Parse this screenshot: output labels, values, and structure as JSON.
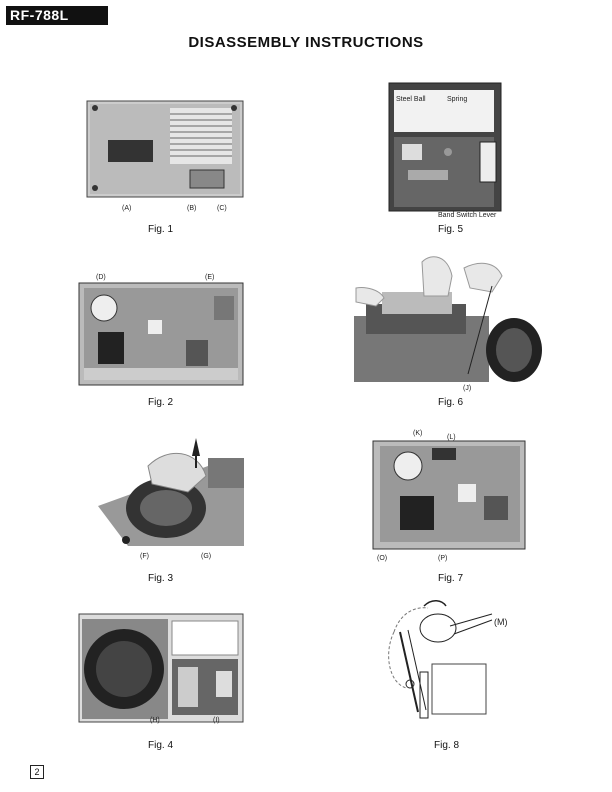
{
  "header": {
    "model": "RF-788L",
    "title": "DISASSEMBLY INSTRUCTIONS"
  },
  "figures": [
    {
      "caption": "Fig. 1",
      "labels": [
        "(A)",
        "(B)",
        "(C)"
      ]
    },
    {
      "caption": "Fig. 2",
      "labels": [
        "(D)",
        "(E)"
      ]
    },
    {
      "caption": "Fig. 3",
      "labels": [
        "(F)",
        "(G)"
      ]
    },
    {
      "caption": "Fig. 4",
      "labels": [
        "(H)",
        "(I)"
      ]
    },
    {
      "caption": "Fig. 5",
      "labels": [
        "Steel Ball",
        "Spring",
        "Band Switch Lever"
      ]
    },
    {
      "caption": "Fig. 6",
      "labels": [
        "(J)"
      ]
    },
    {
      "caption": "Fig. 7",
      "labels": [
        "(K)",
        "(L)",
        "(O)",
        "(P)"
      ]
    },
    {
      "caption": "Fig. 8",
      "labels": [
        "(M)"
      ]
    }
  ],
  "footer": {
    "page_number": "2"
  }
}
